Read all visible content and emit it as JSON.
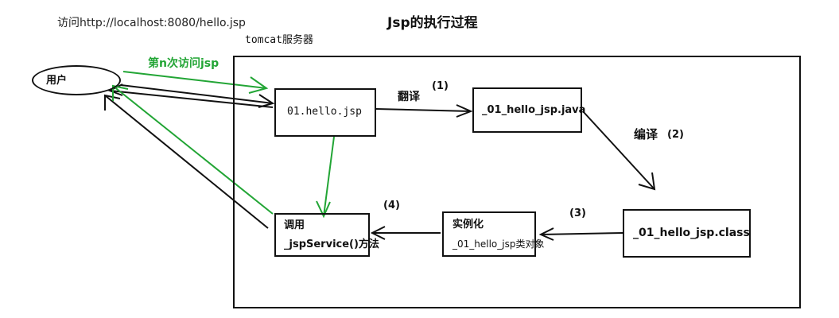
{
  "url_text": "访问http://localhost:8080/hello.jsp",
  "title": "Jsp的执行过程",
  "server_label": "tomcat服务器",
  "nodes": {
    "user": "用户",
    "hello_jsp": "01.hello.jsp",
    "java_file": "_01_hello_jsp.java",
    "class_file": "_01_hello_jsp.class",
    "instantiate_title": "实例化",
    "instantiate_sub": "_01_hello_jsp类对象",
    "service_line1": "调用",
    "service_line2": "_jspService()方法"
  },
  "edges": {
    "nth_visit": "第n次访问jsp",
    "translate": "翻译",
    "step1": "(1)",
    "compile": "编译",
    "step2": "(2)",
    "step3": "(3)",
    "step4": "(4)"
  },
  "colors": {
    "black_flow": "#111111",
    "green_flow": "#22a535"
  }
}
